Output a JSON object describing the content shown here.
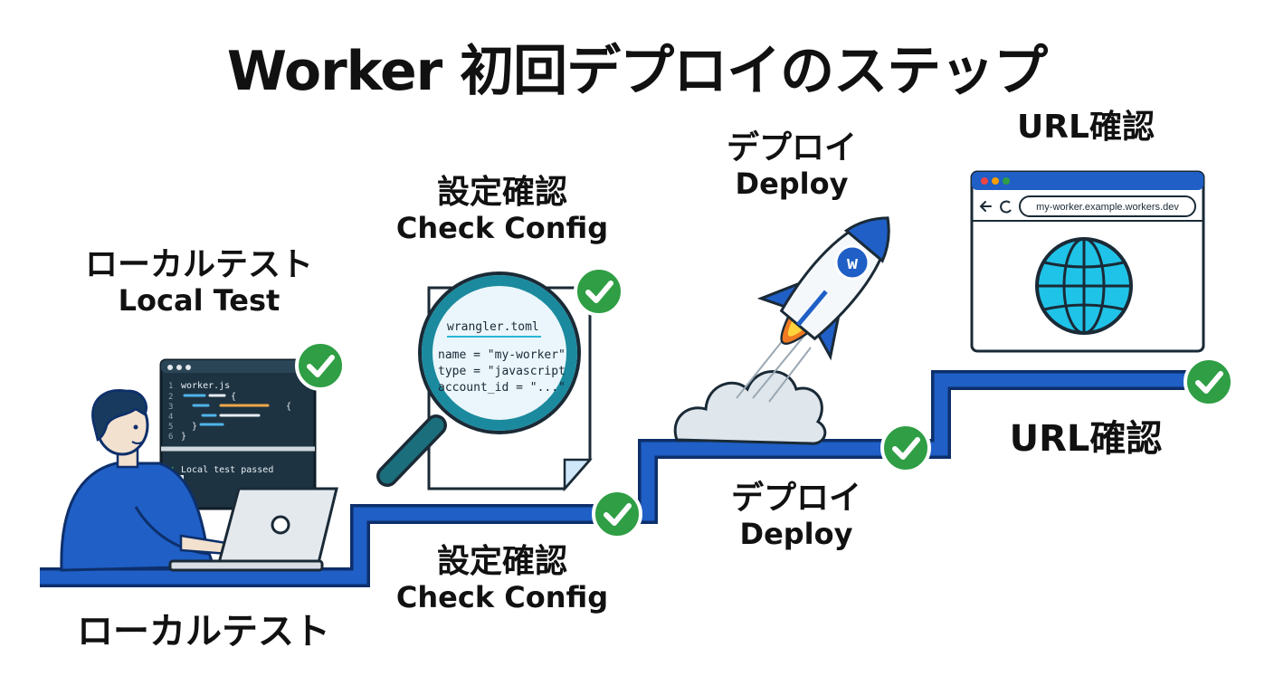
{
  "title": "Worker 初回デプロイのステップ",
  "steps": [
    {
      "jp": "ローカルテスト",
      "en": "Local Test"
    },
    {
      "jp": "設定確認",
      "en": "Check Config"
    },
    {
      "jp": "デプロイ",
      "en": "Deploy"
    },
    {
      "jp": "URL確認"
    }
  ],
  "bottom_labels": {
    "local": "ローカルテスト",
    "config_jp": "設定確認",
    "config_en": "Check Config",
    "deploy_jp": "デプロイ",
    "deploy_en": "Deploy",
    "url": "URL確認"
  },
  "terminal": {
    "filename": "worker.js",
    "line_numbers": [
      "1",
      "2",
      "3",
      "4",
      "5",
      "6"
    ],
    "brace_open": "{",
    "brace_paren": "{",
    "brace_close_inner": "}",
    "brace_close": "}",
    "output": "Local test passed",
    "check_mark": "✓",
    "prompt": "›"
  },
  "config_doc": {
    "filename": "wrangler.toml",
    "lines": [
      "name = \"my-worker\"",
      "type = \"javascript",
      "account_id = \"...\""
    ]
  },
  "rocket": {
    "badge": "w"
  },
  "browser": {
    "url": "my-worker.example.workers.dev"
  },
  "colors": {
    "accent_blue": "#1f5fc6",
    "check_green": "#2f9e44",
    "terminal_bg": "#1e3342",
    "globe_cyan": "#20c3e8",
    "flame_orange": "#f07a22"
  }
}
